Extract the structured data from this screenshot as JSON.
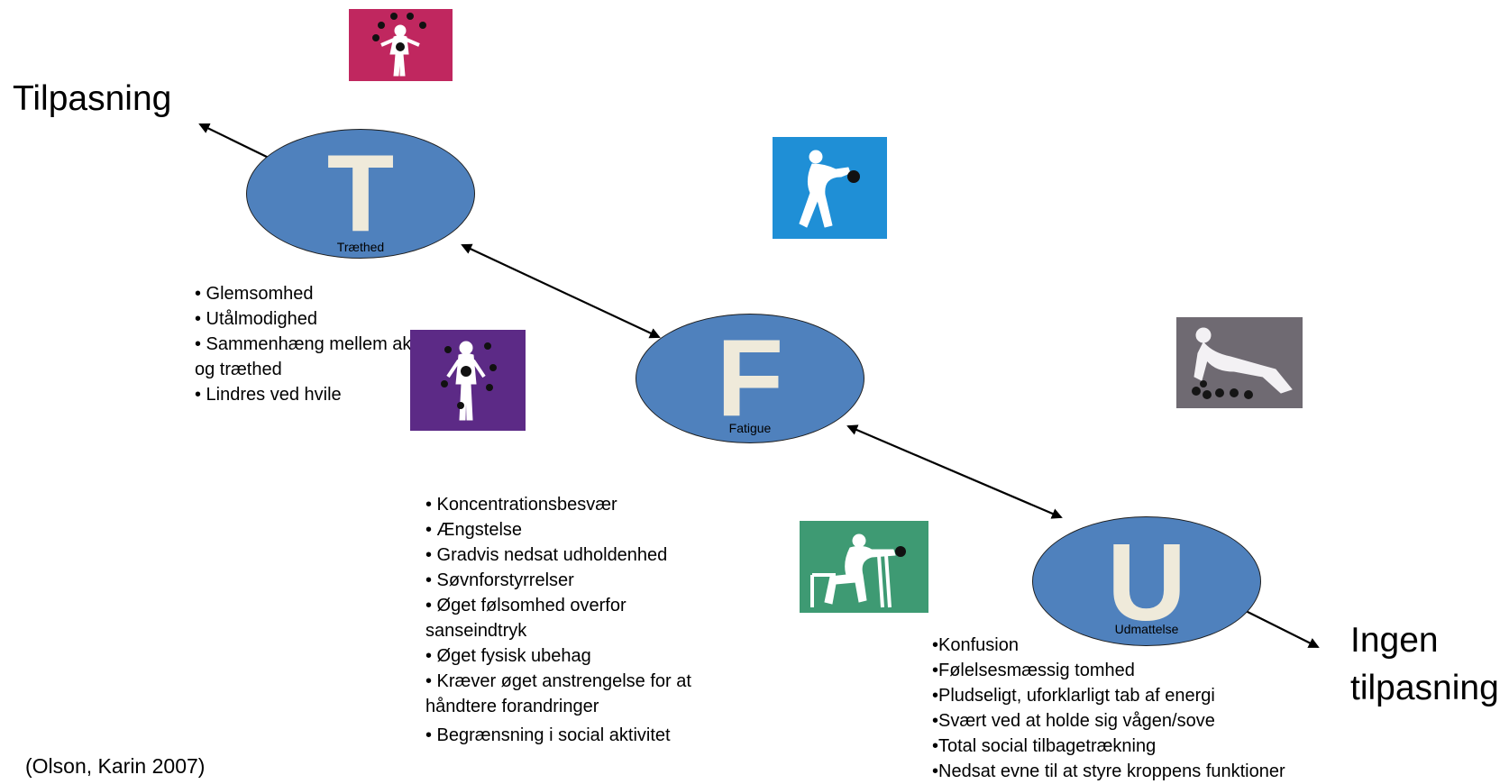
{
  "labels": {
    "left_outcome": "Tilpasning",
    "right_outcome_line1": "Ingen",
    "right_outcome_line2": "tilpasning",
    "citation": "(Olson, Karin 2007)"
  },
  "nodes": {
    "t": {
      "letter": "T",
      "name": "Træthed"
    },
    "f": {
      "letter": "F",
      "name": "Fatigue"
    },
    "u": {
      "letter": "U",
      "name": "Udmattelse"
    }
  },
  "tiredness_symptoms": [
    "• Glemsomhed",
    "• Utålmodighed",
    "• Sammenhæng mellem aktivitet",
    "og træthed",
    "• Lindres ved hvile"
  ],
  "fatigue_symptoms": [
    "• Koncentrationsbesvær",
    "• Ængstelse",
    "• Gradvis nedsat   udholdenhed",
    "• Søvnforstyrrelser",
    "• Øget følsomhed overfor",
    "sanseindtryk",
    "• Øget fysisk ubehag",
    "• Kræver øget anstrengelse for at",
    "håndtere forandringer",
    "• Begrænsning i social aktivitet"
  ],
  "exhaustion_symptoms": [
    "•Konfusion",
    "•Følelsesmæssig tomhed",
    "•Pludseligt, uforklarligt tab af energi",
    "•Svært ved at holde sig vågen/sove",
    "•Total social tilbagetrækning",
    "•Nedsat evne til at styre kroppens funktioner"
  ],
  "colors": {
    "node_fill": "#4f81bd",
    "letter": "#efeada",
    "pic_magenta": "#c0275f",
    "pic_blue": "#1f8fd6",
    "pic_purple": "#5c2a86",
    "pic_gray": "#6f6a72",
    "pic_green": "#3e9a73"
  },
  "icons": [
    "juggler-figure-icon",
    "bent-figure-icon",
    "juggler-purple-icon",
    "collapsed-figure-icon",
    "sitting-figure-icon"
  ]
}
